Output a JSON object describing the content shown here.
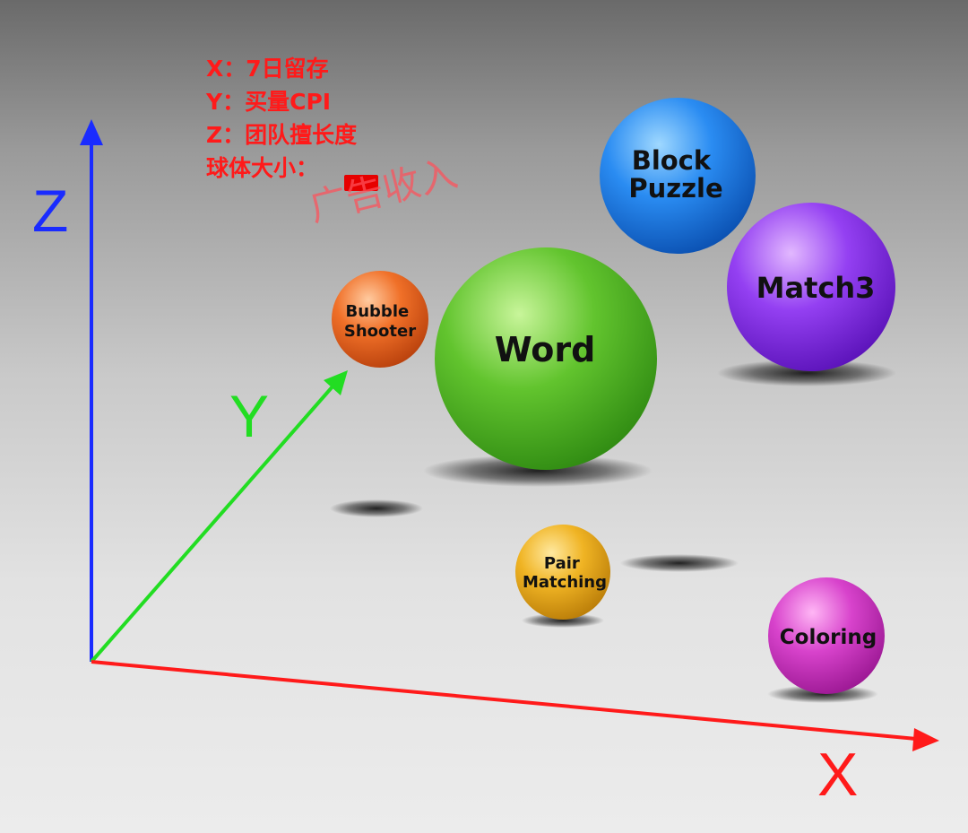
{
  "axes": {
    "x": {
      "label": "X",
      "color": "#ff1a1a"
    },
    "y": {
      "label": "Y",
      "color": "#22dd22"
    },
    "z": {
      "label": "Z",
      "color": "#1a2bff"
    }
  },
  "legend": {
    "lines": [
      "X：7日留存",
      "Y：买量CPI",
      "Z：团队擅长度",
      "球体大小："
    ],
    "handwritten_note": "广告收入",
    "color": "#ff1a1a"
  },
  "spheres": [
    {
      "label": "Block Puzzle",
      "color": "#1e7ff0"
    },
    {
      "label": "Match3",
      "color": "#8a3cf0"
    },
    {
      "label": "Bubble Shooter",
      "color": "#ef6a22"
    },
    {
      "label": "Word",
      "color": "#5cc22e"
    },
    {
      "label": "Pair Matching",
      "color": "#efb021"
    },
    {
      "label": "Coloring",
      "color": "#d83dcc"
    }
  ]
}
